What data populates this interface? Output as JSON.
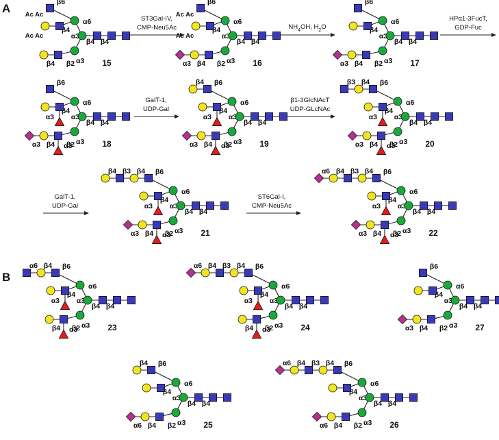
{
  "panels": [
    {
      "id": "A",
      "label": "A"
    },
    {
      "id": "B",
      "label": "B"
    }
  ],
  "reactions": [
    {
      "id": "r1",
      "line1": "ST3Gal-IV,",
      "line2": "CMP-Neu5Ac"
    },
    {
      "id": "r2",
      "line1": "NH4OH, H2O",
      "line2": ""
    },
    {
      "id": "r3",
      "line1": "HPα1-3FucT,",
      "line2": "GDP-Fuc"
    },
    {
      "id": "r4",
      "line1": "GalT-1,",
      "line2": "UDP-Gal"
    },
    {
      "id": "r5",
      "line1": "β1-3GlcNAcT",
      "line2": "UDP-GLcNAc"
    },
    {
      "id": "r6",
      "line1": "GalT-1,",
      "line2": "UDP-Gal"
    },
    {
      "id": "r7",
      "line1": "ST6Gal-I,",
      "line2": "CMP-Neu5Ac"
    }
  ],
  "glycans": [
    {
      "id": "15",
      "label": "15",
      "protect": "Ac Ac",
      "sia_lower": "",
      "fuc_lower": false,
      "fuc_upper": false,
      "upper_ext": [],
      "extra_branch": false
    },
    {
      "id": "16",
      "label": "16",
      "protect": "Ac Ac",
      "sia_lower": "α3",
      "fuc_lower": false,
      "fuc_upper": false,
      "upper_ext": [],
      "extra_branch": false
    },
    {
      "id": "17",
      "label": "17",
      "protect": "",
      "sia_lower": "α3",
      "fuc_lower": false,
      "fuc_upper": false,
      "upper_ext": [],
      "extra_branch": false
    },
    {
      "id": "18",
      "label": "18",
      "protect": "",
      "sia_lower": "α3",
      "fuc_lower": true,
      "fuc_upper": true,
      "upper_ext": [],
      "extra_branch": false
    },
    {
      "id": "19",
      "label": "19",
      "protect": "",
      "sia_lower": "α3",
      "fuc_lower": true,
      "fuc_upper": true,
      "upper_ext": [
        "β4"
      ],
      "extra_branch": false
    },
    {
      "id": "20",
      "label": "20",
      "protect": "",
      "sia_lower": "α3",
      "fuc_lower": true,
      "fuc_upper": true,
      "upper_ext": [
        "β4",
        "β3"
      ],
      "extra_branch": false
    },
    {
      "id": "21",
      "label": "21",
      "protect": "",
      "sia_lower": "α3",
      "fuc_lower": true,
      "fuc_upper": true,
      "upper_ext": [
        "β4",
        "β3",
        "β4"
      ],
      "extra_branch": false
    },
    {
      "id": "22",
      "label": "22",
      "protect": "",
      "sia_lower": "α3",
      "fuc_lower": true,
      "fuc_upper": true,
      "upper_ext": [
        "β4",
        "β3",
        "β4",
        "α6"
      ],
      "extra_branch": false
    },
    {
      "id": "23",
      "label": "23",
      "protect": "",
      "sia_lower": "",
      "fuc_lower": true,
      "fuc_upper": true,
      "upper_ext": [
        "β4",
        "α6"
      ],
      "extra_branch": false
    },
    {
      "id": "24",
      "label": "24",
      "protect": "",
      "sia_lower": "",
      "fuc_lower": true,
      "fuc_upper": true,
      "upper_ext": [
        "β4",
        "β3",
        "β4",
        "α6"
      ],
      "extra_branch": false
    },
    {
      "id": "25",
      "label": "25",
      "protect": "",
      "sia_lower": "α6",
      "fuc_lower": false,
      "fuc_upper": false,
      "upper_ext": [
        "β4"
      ],
      "extra_branch": true
    },
    {
      "id": "26",
      "label": "26",
      "protect": "",
      "sia_lower": "α6",
      "fuc_lower": false,
      "fuc_upper": false,
      "upper_ext": [
        "β4",
        "β3",
        "β4",
        "α6"
      ],
      "extra_branch": true
    },
    {
      "id": "27",
      "label": "27",
      "protect": "",
      "sia_lower": "α3",
      "fuc_lower": false,
      "fuc_upper": false,
      "upper_ext": [],
      "extra_branch": true
    }
  ],
  "linkage": {
    "b6": "β6",
    "a6": "α6",
    "b4": "β4",
    "b2": "β2",
    "a3": "α3",
    "b3": "β3"
  },
  "symbols": {
    "glcnac": "blue-square",
    "man": "green-circle",
    "gal": "yellow-circle",
    "fuc": "red-triangle",
    "neu5ac": "purple-diamond"
  },
  "colors": {
    "glcnac": "#3a3ab8",
    "man": "#1aaa3c",
    "gal": "#f2e51f",
    "fuc": "#e21d1d",
    "neu5ac": "#b8308f",
    "line": "#222222"
  }
}
